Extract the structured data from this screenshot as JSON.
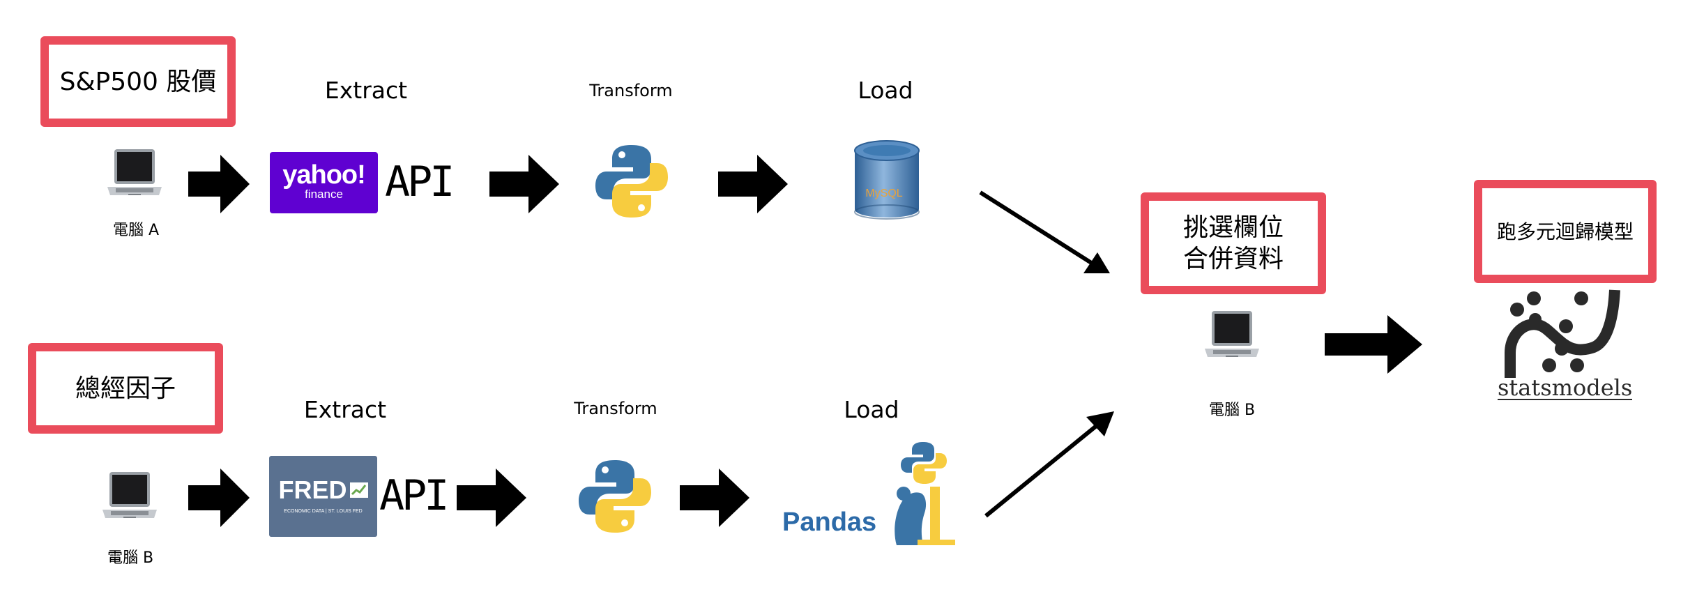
{
  "top_row": {
    "source_title": "S&P500 股價",
    "computer_caption": "電腦 A",
    "extract_label": "Extract",
    "transform_label": "Transform",
    "load_label": "Load",
    "yahoo_logo_text": "yahoo!",
    "yahoo_logo_subtext": "finance",
    "api_label": "API",
    "mysql_logo_text": "MySQL"
  },
  "bottom_row": {
    "source_title": "總經因子",
    "computer_caption": "電腦 B",
    "extract_label": "Extract",
    "transform_label": "Transform",
    "load_label": "Load",
    "fred_logo_text": "FRED",
    "fred_logo_subtext": "ECONOMIC DATA | ST. LOUIS FED",
    "api_label": "API",
    "pandas_label": "Pandas"
  },
  "merge_step": {
    "title_line1": "挑選欄位",
    "title_line2": "合併資料",
    "computer_caption": "電腦 B"
  },
  "model_step": {
    "title": "跑多元迴歸模型",
    "statsmodels_label": "statsmodels"
  },
  "colors": {
    "highlight_border": "#ea4c5b",
    "yahoo_purple": "#5f01d1",
    "fred_blue": "#5a7190",
    "python_blue": "#3a74a6",
    "python_yellow": "#f7cc3f",
    "pandas_blue": "#2c6aa8",
    "mysql_blue": "#3f7bb3"
  }
}
